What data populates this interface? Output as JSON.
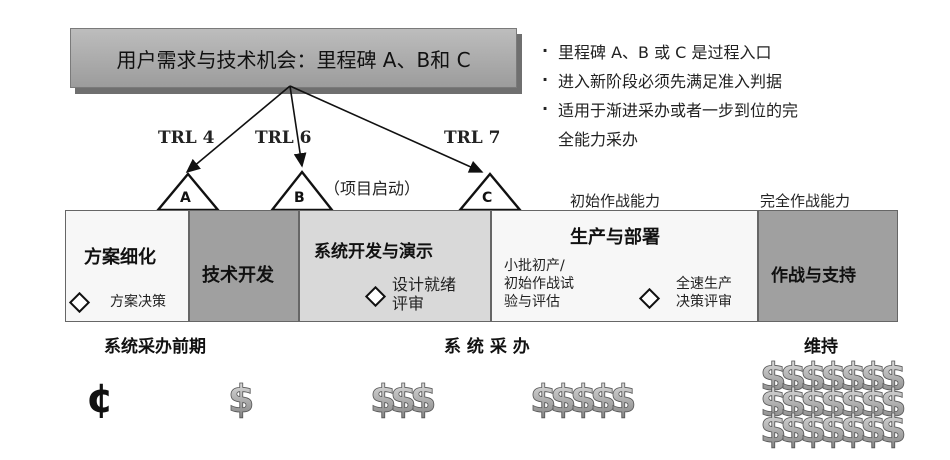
{
  "top_box": {
    "text": "用户需求与技术机会：里程碑 A、B和 C"
  },
  "bullets": [
    {
      "text": "里程碑 A、B 或 C 是过程入口"
    },
    {
      "text": "进入新阶段必须先满足准入判据"
    },
    {
      "text": "适用于渐进采办或者一步到位的完"
    }
  ],
  "bullet_continuation": "全能力采办",
  "trl_labels": [
    "TRL 4",
    "TRL 6",
    "TRL 7"
  ],
  "milestones": [
    "A",
    "B",
    "C"
  ],
  "milestone_b_note": "（项目启动）",
  "capability_labels": {
    "initial": "初始作战能力",
    "full": "完全作战能力"
  },
  "phases": {
    "concept": {
      "title": "方案细化",
      "decision": "方案决策"
    },
    "tech": {
      "title": "技术开发"
    },
    "sdd": {
      "title": "系统开发与演示",
      "review_line1": "设计就绪",
      "review_line2": "评审"
    },
    "production": {
      "title": "生产与部署",
      "lrip_line1": "小批初产/",
      "lrip_line2": "初始作战试",
      "lrip_line3": "验与评估",
      "frp_line1": "全速生产",
      "frp_line2": "决策评审"
    },
    "ops": {
      "title": "作战与支持"
    }
  },
  "bottom_labels": {
    "pre": "系统采办前期",
    "acq": "系 统 采 办",
    "sustain": "维持"
  },
  "funding": {
    "cent": "¢",
    "dollar": "$"
  },
  "colors": {
    "top_box": "#a8a8a8",
    "dark_phase": "#a0a0a0",
    "light_phase": "#d9d9d9",
    "white_phase": "#f7f7f7"
  }
}
